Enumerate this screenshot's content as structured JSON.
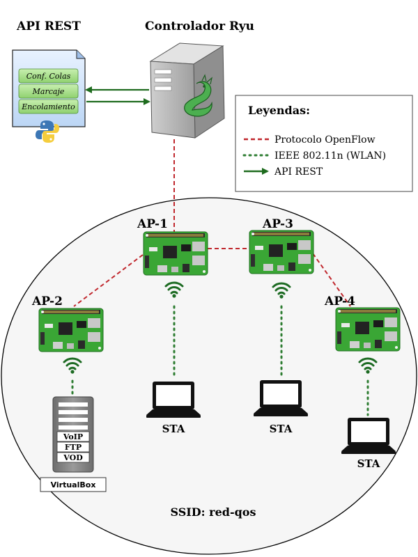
{
  "titles": {
    "api_rest": "API REST",
    "controller": "Controlador Ryu"
  },
  "api_doc": {
    "items": [
      "Conf. Colas",
      "Marcaje",
      "Encolamiento"
    ]
  },
  "legend": {
    "title": "Leyendas:",
    "items": [
      {
        "label": "Protocolo OpenFlow",
        "color": "#c0272d",
        "style": "dashed"
      },
      {
        "label": "IEEE 802.11n  (WLAN)",
        "color": "#2e7d32",
        "style": "dotted"
      },
      {
        "label": "API REST",
        "color": "#1e6b1e",
        "style": "arrow"
      }
    ]
  },
  "access_points": {
    "ap1": "AP-1",
    "ap2": "AP-2",
    "ap3": "AP-3",
    "ap4": "AP-4"
  },
  "stations": {
    "sta1": "STA",
    "sta2": "STA",
    "sta3": "STA"
  },
  "server": {
    "services": [
      "VoIP",
      "FTP",
      "VOD"
    ],
    "platform": "VirtualBox"
  },
  "network": {
    "ssid": "SSID: red-qos"
  },
  "colors": {
    "openflow": "#c0272d",
    "wlan": "#2e7d32",
    "api": "#1e6b1e",
    "board": "#3aa635",
    "board_dark": "#2b8a2a",
    "legend_border": "#555555"
  }
}
